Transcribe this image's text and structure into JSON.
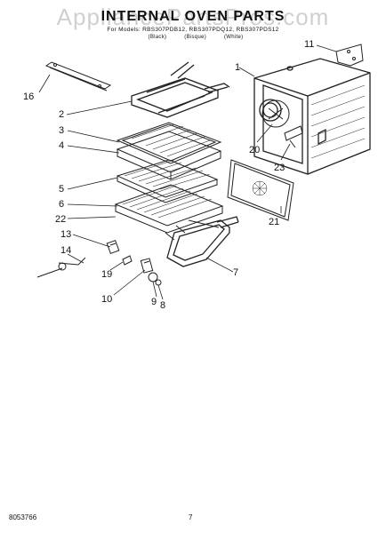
{
  "watermark": "AppliancePartsPros.com",
  "title": "INTERNAL OVEN PARTS",
  "models_line": "For Models: RBS307PDB12, RBS307PDQ12, RBS307PDS12",
  "colors_line": "(Black) (Bisque) (White)",
  "footer": {
    "doc_number": "8053766",
    "page": "7"
  },
  "callouts": [
    "1",
    "2",
    "3",
    "4",
    "5",
    "6",
    "7",
    "8",
    "9",
    "10",
    "11",
    "13",
    "14",
    "16",
    "19",
    "20",
    "21",
    "22",
    "23"
  ]
}
